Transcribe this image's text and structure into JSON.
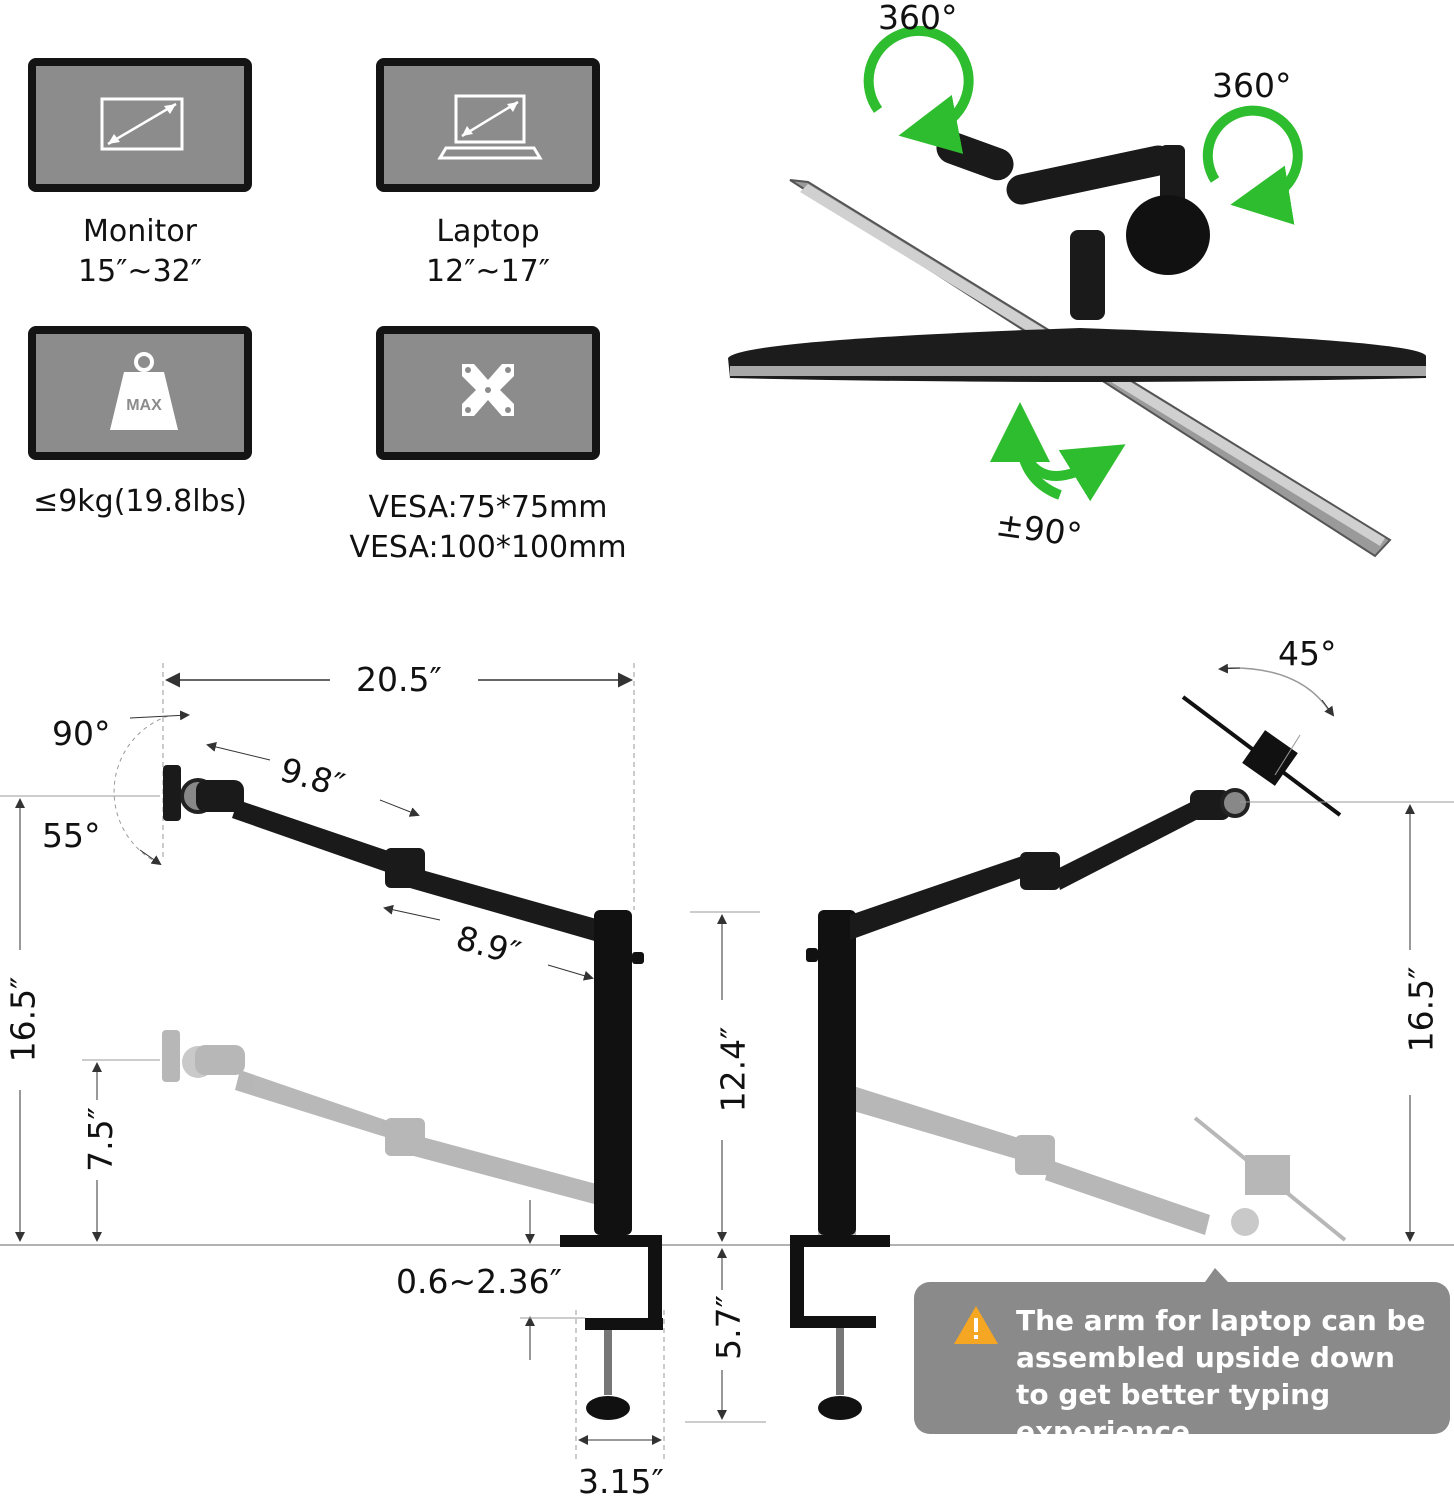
{
  "features": [
    {
      "label": "Monitor",
      "value": "15″~32″",
      "icon": "monitor-size-icon"
    },
    {
      "label": "Laptop",
      "value": "12″~17″",
      "icon": "laptop-size-icon"
    },
    {
      "label": "≤9kg(19.8lbs)",
      "value": "",
      "icon": "max-weight-icon",
      "icon_text": "MAX"
    },
    {
      "label": "VESA:75*75mm",
      "value": "VESA:100*100mm",
      "icon": "vesa-plate-icon"
    }
  ],
  "rotation": {
    "arm_swivel": "360°",
    "joint_swivel": "360°",
    "tilt": "±90°"
  },
  "monitor_side": {
    "reach": "20.5″",
    "upper_arm": "9.8″",
    "lower_arm": "8.9″",
    "tilt_up": "90°",
    "tilt_down": "55°",
    "max_height": "16.5″",
    "low_height": "7.5″",
    "clamp_range": "0.6~2.36″",
    "clamp_width": "3.15″"
  },
  "laptop_side": {
    "tray_tilt": "45°",
    "max_height": "16.5″",
    "pole_height": "12.4″",
    "clamp_height": "5.7″"
  },
  "note": {
    "text": "The arm for laptop can be assembled upside down to get better typing experience.",
    "icon": "warning-icon"
  },
  "colors": {
    "accent_green": "#2ebd2e",
    "tile_gray": "#8c8c8c",
    "note_gray": "#8a8a8a",
    "arm_black": "#1a1a1a",
    "warning_orange": "#f5a623"
  }
}
